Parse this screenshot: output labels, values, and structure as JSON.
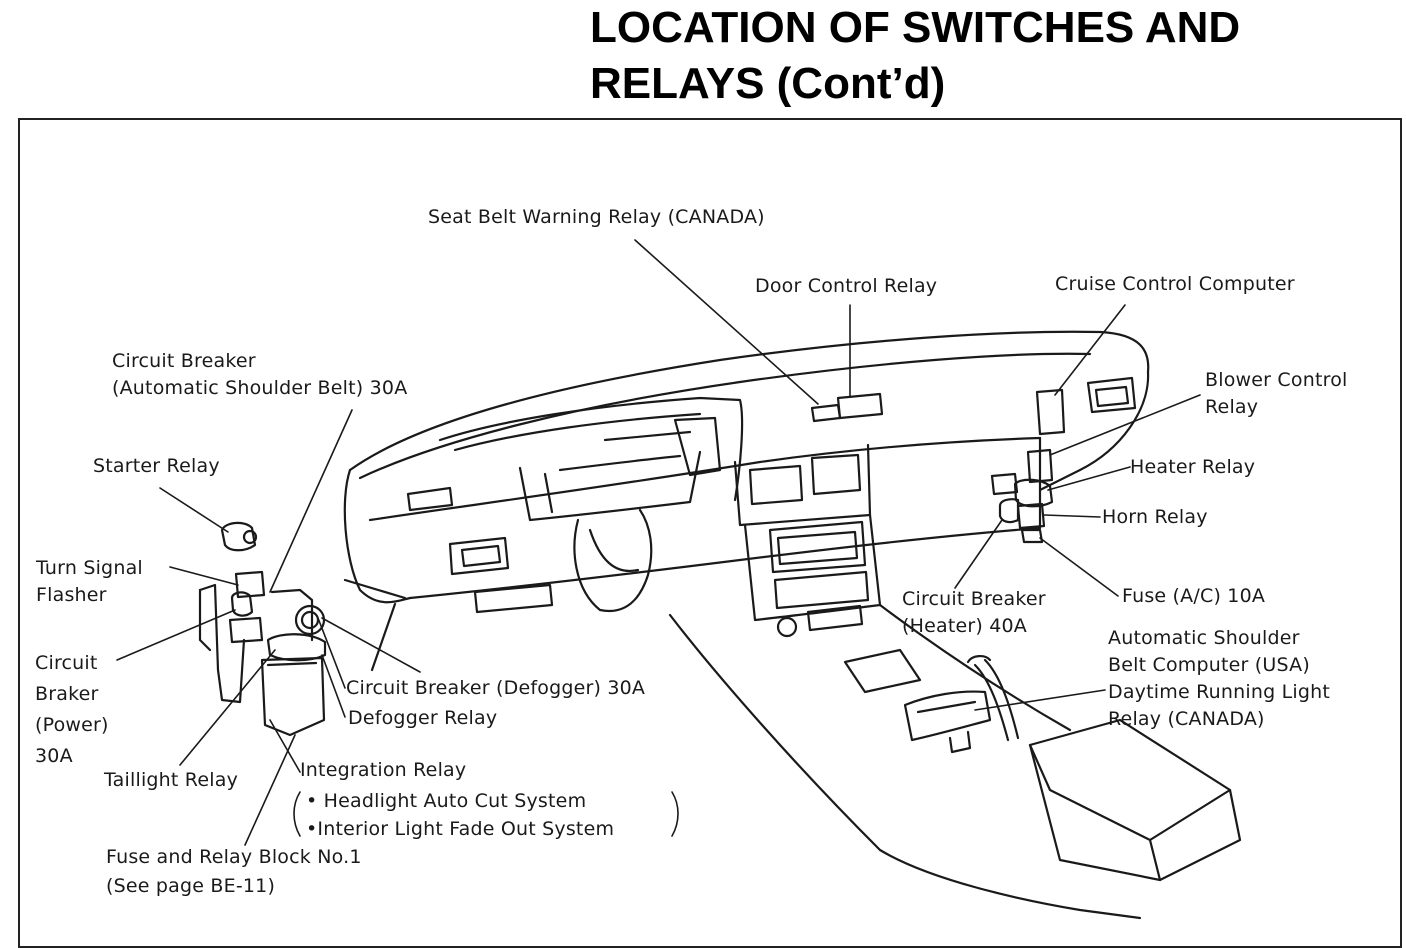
{
  "title": {
    "line1": "LOCATION OF SWITCHES AND",
    "line2": "RELAYS (Cont’d)"
  },
  "labels": {
    "seat_belt_warning_relay": "Seat Belt Warning Relay (CANADA)",
    "door_control_relay": "Door Control Relay",
    "cruise_control_computer": "Cruise Control Computer",
    "cb_shoulder_belt": [
      "Circuit Breaker",
      "(Automatic Shoulder Belt) 30A"
    ],
    "blower_control_relay": [
      "Blower Control",
      "Relay"
    ],
    "starter_relay": "Starter Relay",
    "heater_relay": "Heater Relay",
    "horn_relay": "Horn Relay",
    "turn_signal_flasher": [
      "Turn Signal",
      "Flasher"
    ],
    "fuse_ac": "Fuse (A/C) 10A",
    "cb_heater": [
      "Circuit Breaker",
      "(Heater) 40A"
    ],
    "cb_power": [
      "Circuit",
      "Braker",
      "(Power)",
      "30A"
    ],
    "auto_shoulder_belt_computer": [
      "Automatic Shoulder",
      "Belt Computer (USA)",
      "Daytime Running Light",
      "Relay (CANADA)"
    ],
    "cb_defogger": "Circuit Breaker (Defogger) 30A",
    "defogger_relay": "Defogger Relay",
    "taillight_relay": "Taillight Relay",
    "integration_relay": "Integration Relay",
    "integration_items": [
      "• Headlight Auto Cut System",
      "•Interior Light Fade Out System"
    ],
    "fuse_relay_block": [
      "Fuse and Relay Block No.1",
      "(See page BE-11)"
    ]
  },
  "colors": {
    "ink": "#1a1a1a",
    "paper": "#ffffff"
  }
}
